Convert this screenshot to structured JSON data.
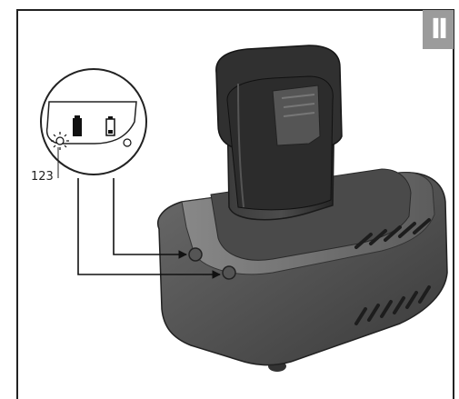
{
  "figure": {
    "section_badge": "II",
    "callout_number": "123",
    "objects": [
      "battery-pack",
      "charger",
      "led-indicators",
      "battery-full-icon",
      "battery-empty-icon"
    ]
  }
}
